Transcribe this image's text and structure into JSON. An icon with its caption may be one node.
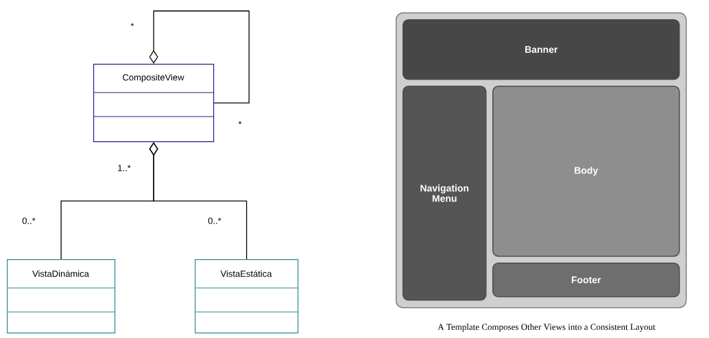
{
  "diagram": {
    "caption": "A Template Composes Other Views into a Consistent Layout",
    "nodes": [
      {
        "text": [
          "CompositeView"
        ]
      },
      {
        "text": [
          "VistaDinámica"
        ]
      },
      {
        "text": [
          "VistaEstática"
        ]
      },
      {
        "text": [],
        "shape": "box"
      },
      {
        "text": [
          "Banner"
        ],
        "in": 3
      },
      {
        "text": [
          "Navigation Menu"
        ],
        "in": 3
      },
      {
        "text": [
          "Body"
        ],
        "in": 3
      },
      {
        "text": [
          "Footer"
        ],
        "in": 3
      }
    ],
    "edges": [
      {
        "from": 0,
        "to": 0,
        "arrow": "other"
      },
      {
        "from": 1,
        "to": 0,
        "arrow": "other"
      },
      {
        "from": 2,
        "to": 0,
        "arrow": "other"
      }
    ],
    "labels": [
      "*",
      "*",
      "1..*",
      "0..*",
      "0..*"
    ]
  }
}
